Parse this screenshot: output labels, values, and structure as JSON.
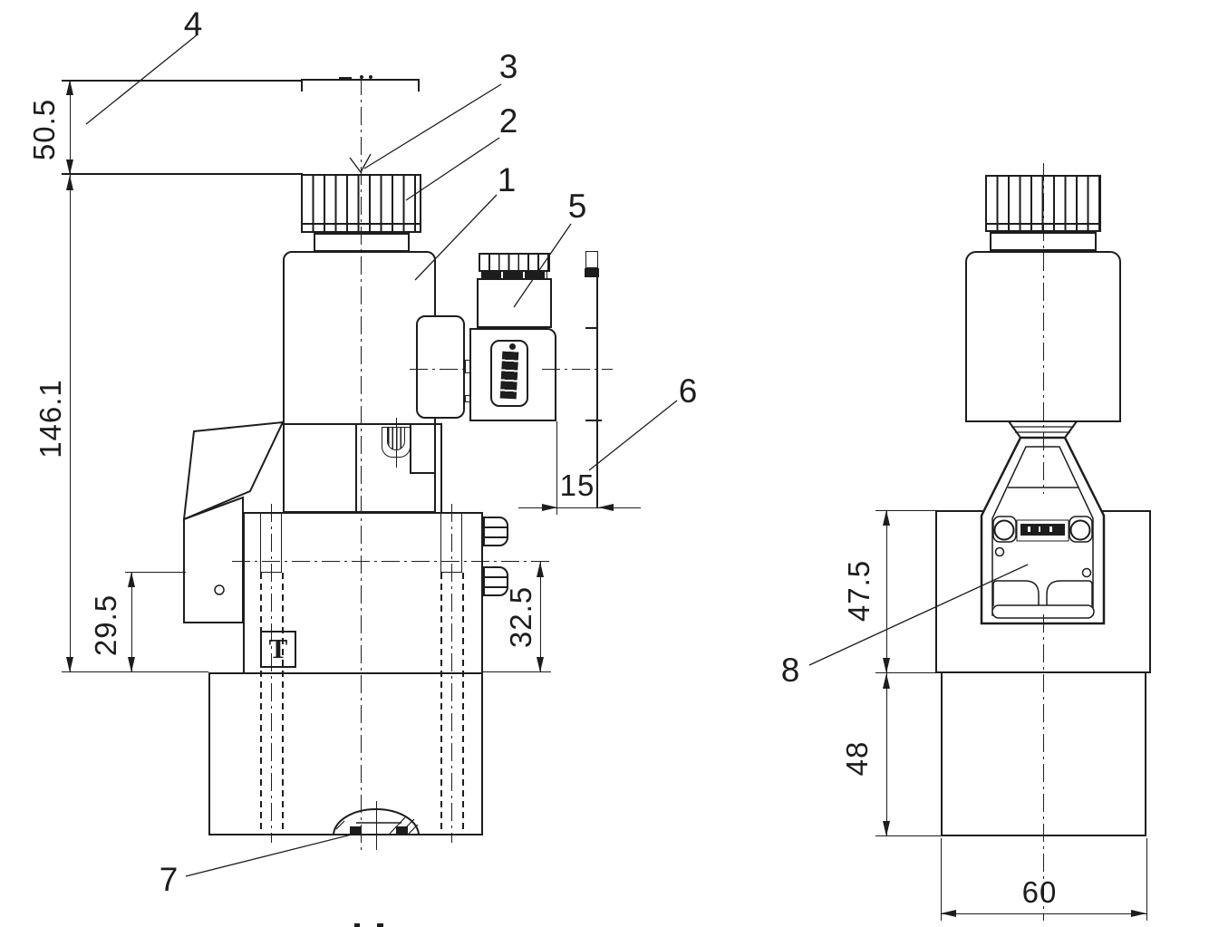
{
  "drawing": {
    "background": "#ffffff",
    "line_color": "#1d1d1d"
  },
  "dimensions": {
    "lever_height": "50.5",
    "overall_height": "146.1",
    "bracket_offset": "29.5",
    "port_axis_height": "32.5",
    "connector_clearance": "15",
    "upper_block_height": "47.5",
    "lower_block_height": "48",
    "block_width": "60"
  },
  "callouts": {
    "c1": "1",
    "c2": "2",
    "c3": "3",
    "c4": "4",
    "c5": "5",
    "c6": "6",
    "c7": "7",
    "c8": "8"
  },
  "labels": {
    "port_t": "T"
  }
}
